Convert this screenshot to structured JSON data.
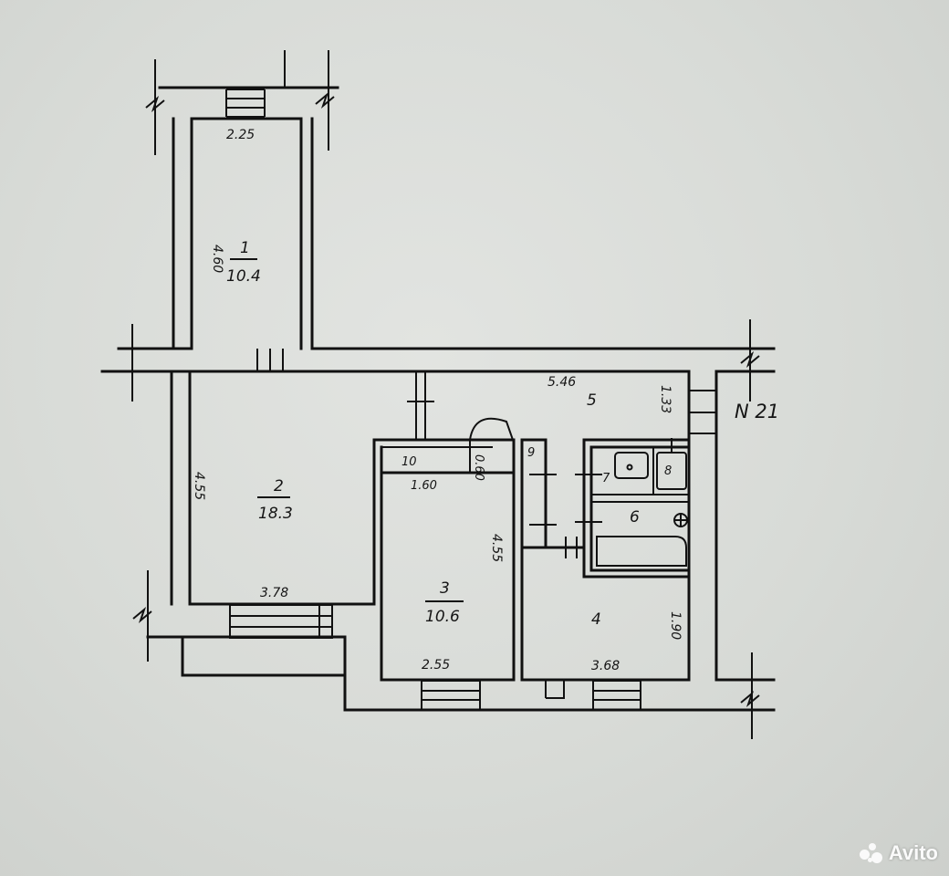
{
  "plan": {
    "apartment_label": "N 21",
    "rooms": [
      {
        "number": "1",
        "area": "10.4",
        "dims": [
          "2.25",
          "4.60"
        ]
      },
      {
        "number": "2",
        "area": "18.3",
        "dims": [
          "4.55",
          "3.78"
        ]
      },
      {
        "number": "3",
        "area": "10.6",
        "dims": [
          "4.55",
          "2.55"
        ]
      },
      {
        "number": "4",
        "area": "",
        "dims": [
          "1.90",
          "3.68"
        ]
      },
      {
        "number": "5",
        "area": "",
        "dims": [
          "5.46",
          "1.33"
        ]
      },
      {
        "number": "6",
        "area": "",
        "dims": []
      },
      {
        "number": "7",
        "area": "",
        "dims": []
      },
      {
        "number": "8",
        "area": "",
        "dims": []
      },
      {
        "number": "9",
        "area": "",
        "dims": []
      },
      {
        "number": "10",
        "area": "",
        "dims": [
          "1.60",
          "0.60"
        ]
      }
    ]
  },
  "watermark": {
    "text": "Avito"
  }
}
